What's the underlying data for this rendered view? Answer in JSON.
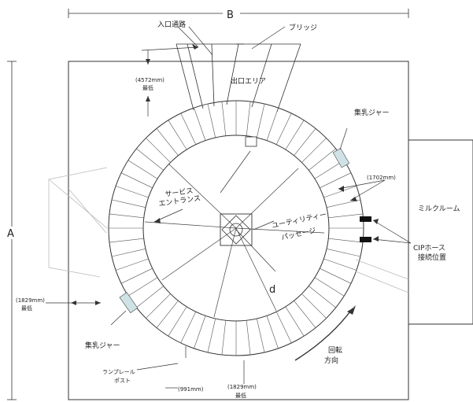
{
  "dimensions": {
    "a_label": "A",
    "b_label": "B",
    "d_label": "d"
  },
  "labels": {
    "entrance_path": "入口通路",
    "bridge": "ブリッジ",
    "exit_area": "出口エリア",
    "width_4572": "(4572mm)",
    "width_4572_note": "最低",
    "collecting_jar_top": "集乳ジャー",
    "width_1702": "(1702mm)",
    "milk_room": "ミルクルーム",
    "service_1": "サービス",
    "service_2": "エントランス",
    "utility_1": "ユーティリティー",
    "utility_2": "パッセージ",
    "cip_1": "CIPホース",
    "cip_2": "接続位置",
    "width_1829_left": "(1829mm)",
    "width_1829_left_note": "最低",
    "collecting_jar_bottom": "集乳ジャー",
    "rotation_1": "回転",
    "rotation_2": "方向",
    "rump_rail_1": "ランプレール",
    "rump_rail_2": "ポスト",
    "width_991": "(991mm)",
    "width_1829_bottom": "(1829mm)",
    "width_1829_bottom_note": "最低"
  },
  "colors": {
    "line": "#333333",
    "light_line": "#bbbbbb",
    "jar_fill": "#cfe3e6",
    "cip_fill": "#111111"
  }
}
